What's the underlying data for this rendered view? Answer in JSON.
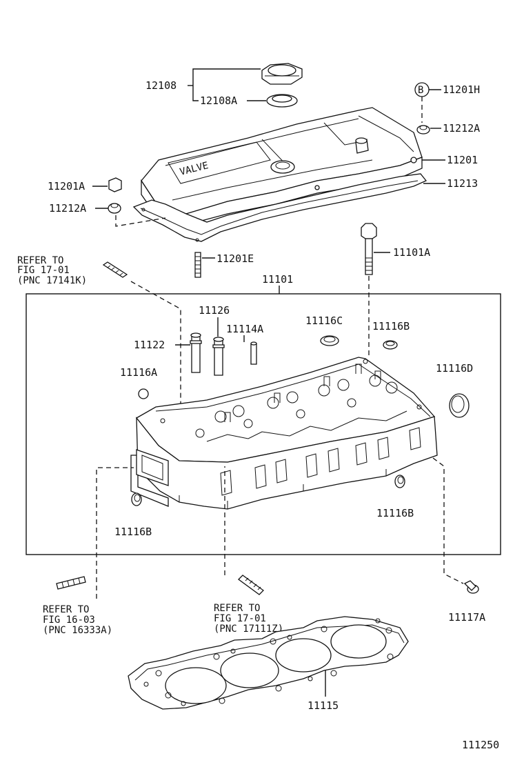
{
  "labels": {
    "p12108": "12108",
    "p12108A": "12108A",
    "p11201H": "11201H",
    "pB": "B",
    "p11212A_r": "11212A",
    "p11201": "11201",
    "p11213": "11213",
    "p11201A": "11201A",
    "p11212A_l": "11212A",
    "p11201E": "11201E",
    "p11101A": "11101A",
    "p11101": "11101",
    "p11126": "11126",
    "p11114A": "11114A",
    "p11116C": "11116C",
    "p11116B_t": "11116B",
    "p11122": "11122",
    "p11116A": "11116A",
    "p11116D": "11116D",
    "p11116B_r": "11116B",
    "p11116B_l": "11116B",
    "p11117A": "11117A",
    "p11115": "11115",
    "fig_id": "111250"
  },
  "refs": {
    "top": [
      "REFER TO",
      "FIG 17-01",
      "(PNC 17141K)"
    ],
    "left": [
      "REFER TO",
      "FIG 16-03",
      "(PNC 16333A)"
    ],
    "mid": [
      "REFER TO",
      "FIG 17-01",
      "(PNC 17111Z)"
    ]
  },
  "cover_lettering": "VALVE"
}
